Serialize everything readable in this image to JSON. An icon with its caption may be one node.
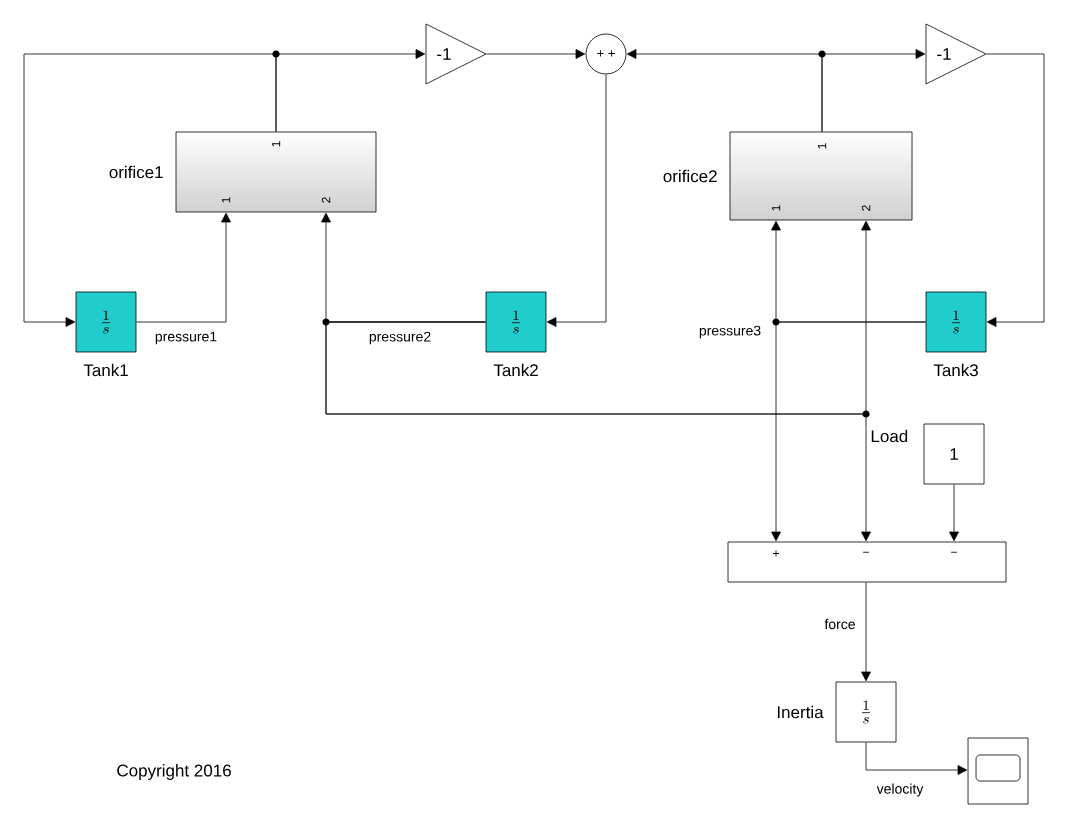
{
  "diagram": {
    "nodes": [
      {
        "text": [
          "-1"
        ]
      },
      {
        "text": [
          "+ +"
        ]
      },
      {
        "text": [
          "-1"
        ]
      },
      {
        "text": [
          "1",
          "1",
          "2"
        ],
        "beside": [
          "orifice1"
        ]
      },
      {
        "text": [
          "1",
          "1",
          "2"
        ],
        "beside": [
          "orifice2"
        ]
      },
      {
        "text": [
          "\\frac{1}{s}"
        ],
        "beside": [
          "Tank1"
        ]
      },
      {
        "text": [
          "\\frac{1}{s}"
        ],
        "beside": [
          "Tank2"
        ]
      },
      {
        "text": [
          "\\frac{1}{s}"
        ],
        "beside": [
          "Tank3"
        ]
      },
      {
        "text": [
          "1"
        ],
        "beside": [
          "Load"
        ]
      },
      {
        "text": [
          "+",
          "−",
          "−"
        ]
      },
      {
        "text": [
          "\\frac{1}{s}"
        ],
        "beside": [
          "Inertia"
        ]
      },
      {
        "text": [],
        "shape": "box"
      }
    ],
    "edges": [
      {
        "from": 5,
        "to": 3,
        "arrow": "to",
        "label": "pressure1"
      },
      {
        "from": 3,
        "to": 5,
        "arrow": "to"
      },
      {
        "from": 3,
        "to": 0,
        "arrow": "to"
      },
      {
        "from": 0,
        "to": 1,
        "arrow": "to"
      },
      {
        "from": 1,
        "to": 6,
        "arrow": "to"
      },
      {
        "from": 6,
        "to": 3,
        "arrow": "to",
        "label": "pressure2"
      },
      {
        "from": 6,
        "to": 4,
        "arrow": "to"
      },
      {
        "from": 6,
        "to": 9,
        "arrow": "to"
      },
      {
        "from": 4,
        "to": 1,
        "arrow": "to"
      },
      {
        "from": 4,
        "to": 2,
        "arrow": "to"
      },
      {
        "from": 2,
        "to": 7,
        "arrow": "to"
      },
      {
        "from": 7,
        "to": 4,
        "arrow": "to",
        "label": "pressure3"
      },
      {
        "from": 7,
        "to": 9,
        "arrow": "to"
      },
      {
        "from": 8,
        "to": 9,
        "arrow": "to"
      },
      {
        "from": 9,
        "to": 10,
        "arrow": "to",
        "label": "force"
      },
      {
        "from": 10,
        "to": 11,
        "arrow": "to",
        "label": "velocity"
      }
    ],
    "labels": [
      "Copyright 2016"
    ]
  }
}
